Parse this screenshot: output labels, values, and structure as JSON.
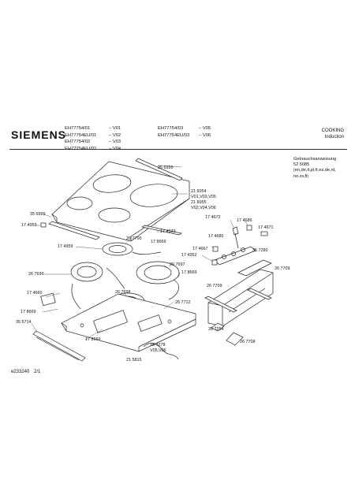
{
  "brand": "SIEMENS",
  "models": [
    {
      "code": "EH77754/01",
      "ver": "– V01"
    },
    {
      "code": "EH77754EU/01",
      "ver": "– V02"
    },
    {
      "code": "EH77754/02",
      "ver": "– V03"
    },
    {
      "code": "EH77754EU/02",
      "ver": "– V04"
    },
    {
      "code": "EH77754/03",
      "ver": "– V05"
    },
    {
      "code": "EH77754EU/03",
      "ver": "– V06"
    }
  ],
  "category": {
    "line1": "COOKING",
    "line2": "Induction"
  },
  "manual": {
    "line1": "Gebrauchsanweisung",
    "line2": "52 5085",
    "line3": "(en,de,it,pl,fr,es,de,nl,",
    "line4": "no,sv,fi)"
  },
  "parts": [
    {
      "id": "p1",
      "text": "35 6999"
    },
    {
      "id": "p2",
      "text": "21 6054"
    },
    {
      "id": "p3",
      "text": "V01,V03,V05"
    },
    {
      "id": "p4",
      "text": "21 6055"
    },
    {
      "id": "p5",
      "text": "V02,V04,V06"
    },
    {
      "id": "p6",
      "text": "35 6999"
    },
    {
      "id": "p7",
      "text": "17 4959"
    },
    {
      "id": "p8",
      "text": "17 4672"
    },
    {
      "id": "p9",
      "text": "17 4686"
    },
    {
      "id": "p10",
      "text": "17 4333"
    },
    {
      "id": "p11",
      "text": "17 4685"
    },
    {
      "id": "p12",
      "text": "17 4671"
    },
    {
      "id": "p13",
      "text": "26 7700"
    },
    {
      "id": "p14",
      "text": "17 8669"
    },
    {
      "id": "p15",
      "text": "17 4959"
    },
    {
      "id": "p16",
      "text": "17 4667"
    },
    {
      "id": "p17",
      "text": "17 4352"
    },
    {
      "id": "p18",
      "text": "35 7280"
    },
    {
      "id": "p19",
      "text": "26 7697"
    },
    {
      "id": "p20",
      "text": "26 7699"
    },
    {
      "id": "p21",
      "text": "17 8669"
    },
    {
      "id": "p22",
      "text": "26 7709"
    },
    {
      "id": "p23",
      "text": "26 7709"
    },
    {
      "id": "p24",
      "text": "17 4660"
    },
    {
      "id": "p25",
      "text": "26 7698"
    },
    {
      "id": "p26",
      "text": "17 8669"
    },
    {
      "id": "p27",
      "text": "26 7712"
    },
    {
      "id": "p28",
      "text": "35 5714"
    },
    {
      "id": "p29",
      "text": "35 7254"
    },
    {
      "id": "p30",
      "text": "26 7708"
    },
    {
      "id": "p31",
      "text": "17 8669"
    },
    {
      "id": "p32",
      "text": "18 4278"
    },
    {
      "id": "p33",
      "text": "V05,V06"
    },
    {
      "id": "p34",
      "text": "21 5815"
    }
  ],
  "footer": {
    "drawing": "e233240",
    "page": "2/1"
  }
}
